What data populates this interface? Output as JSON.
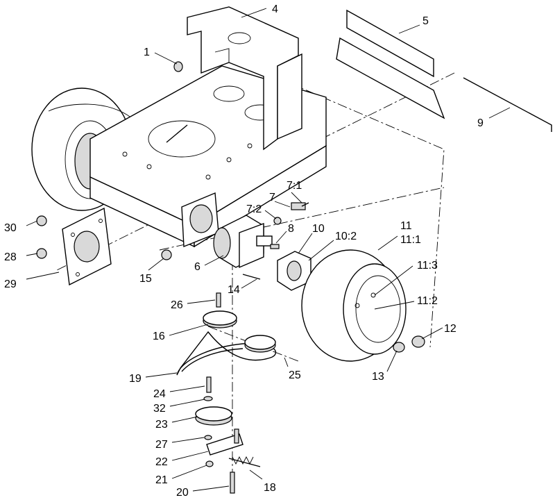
{
  "callouts": [
    {
      "id": "c1",
      "text": "1"
    },
    {
      "id": "c4",
      "text": "4"
    },
    {
      "id": "c5",
      "text": "5"
    },
    {
      "id": "c9",
      "text": "9"
    },
    {
      "id": "c7_1",
      "text": "7:1"
    },
    {
      "id": "c7",
      "text": "7"
    },
    {
      "id": "c7_2",
      "text": "7:2"
    },
    {
      "id": "c8",
      "text": "8"
    },
    {
      "id": "c10",
      "text": "10"
    },
    {
      "id": "c10_2",
      "text": "10:2"
    },
    {
      "id": "c11",
      "text": "11"
    },
    {
      "id": "c11_1",
      "text": "11:1"
    },
    {
      "id": "c11_3",
      "text": "11:3"
    },
    {
      "id": "c11_2",
      "text": "11:2"
    },
    {
      "id": "c12",
      "text": "12"
    },
    {
      "id": "c13",
      "text": "13"
    },
    {
      "id": "c30",
      "text": "30"
    },
    {
      "id": "c28",
      "text": "28"
    },
    {
      "id": "c29",
      "text": "29"
    },
    {
      "id": "c15",
      "text": "15"
    },
    {
      "id": "c6",
      "text": "6"
    },
    {
      "id": "c14",
      "text": "14"
    },
    {
      "id": "c26",
      "text": "26"
    },
    {
      "id": "c16",
      "text": "16"
    },
    {
      "id": "c19",
      "text": "19"
    },
    {
      "id": "c25",
      "text": "25"
    },
    {
      "id": "c24",
      "text": "24"
    },
    {
      "id": "c32",
      "text": "32"
    },
    {
      "id": "c23",
      "text": "23"
    },
    {
      "id": "c27",
      "text": "27"
    },
    {
      "id": "c22",
      "text": "22"
    },
    {
      "id": "c21",
      "text": "21"
    },
    {
      "id": "c18",
      "text": "18"
    },
    {
      "id": "c20",
      "text": "20"
    }
  ]
}
